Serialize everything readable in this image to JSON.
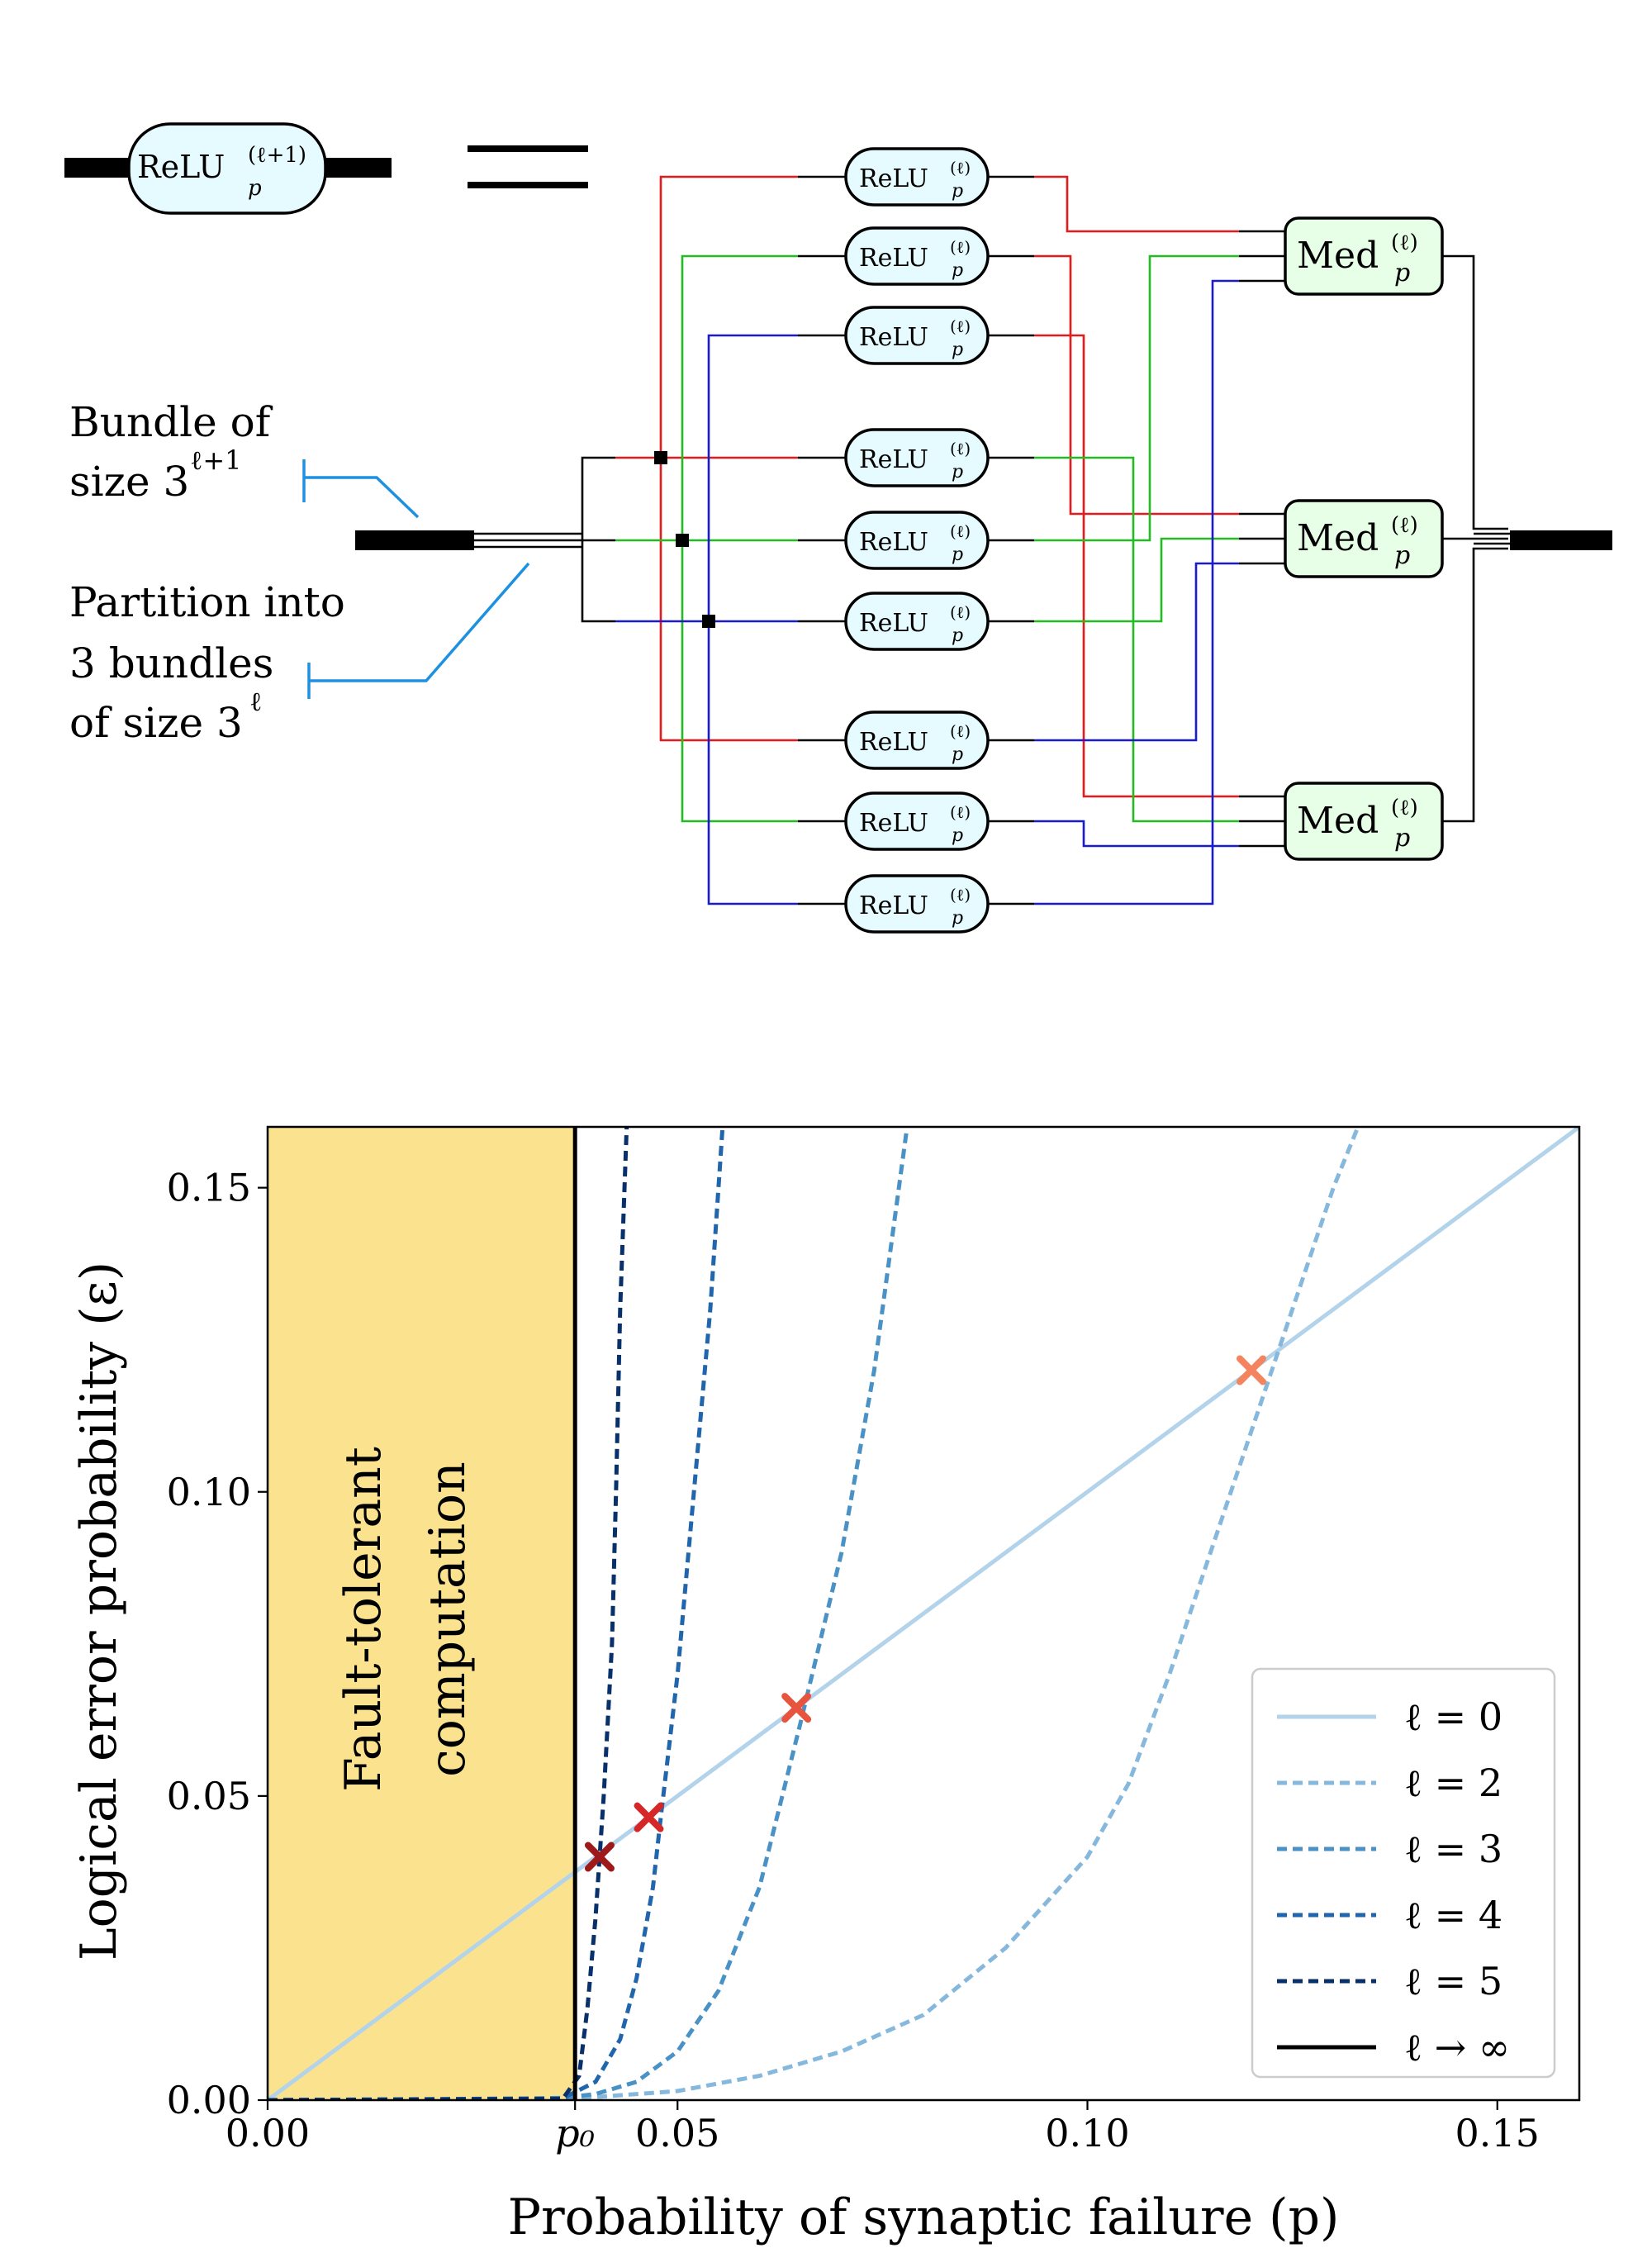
{
  "diagram": {
    "equals": "=",
    "top_block": {
      "label": "ReLU",
      "sub": "p",
      "sup": "(ℓ+1)"
    },
    "relu_block": {
      "label": "ReLU",
      "sub": "p",
      "sup": "(ℓ)"
    },
    "med_block": {
      "label": "Med",
      "sub": "p",
      "sup": "(ℓ)"
    },
    "annotations": {
      "bundle_line1": "Bundle of",
      "bundle_line2": "size 3",
      "bundle_sup": "ℓ+1",
      "partition_line1": "Partition into",
      "partition_line2": "3 bundles",
      "partition_line3": "of size 3",
      "partition_sup": "ℓ"
    },
    "colors": {
      "red": "#e41a1c",
      "green": "#22bb22",
      "blue": "#1a1ad0",
      "black": "#000000",
      "annotation": "#1e90e0",
      "relu_fill": "#e6fbff",
      "med_fill": "#e6ffe6"
    }
  },
  "chart_data": {
    "type": "line",
    "xlabel": "Probability of synaptic failure (p)",
    "ylabel": "Logical error probability  (ε)",
    "xlim": [
      0.0,
      0.16
    ],
    "ylim": [
      0.0,
      0.16
    ],
    "x_ticks": [
      0.0,
      0.05,
      0.1,
      0.15
    ],
    "x_tick_labels": [
      "0.00",
      "0.05",
      "0.10",
      "0.15"
    ],
    "y_ticks": [
      0.0,
      0.05,
      0.1,
      0.15
    ],
    "y_tick_labels": [
      "0.00",
      "0.05",
      "0.10",
      "0.15"
    ],
    "p0": 0.0375,
    "p0_label": "p₀",
    "region_label_line1": "Fault-tolerant",
    "region_label_line2": "computation",
    "region_color": "#fbe28e",
    "legend_position": "lower right",
    "series": [
      {
        "name": "ℓ = 0",
        "style": "solid",
        "color": "#b3d3ea",
        "points": [
          [
            0.0,
            0.0
          ],
          [
            0.16,
            0.16
          ]
        ]
      },
      {
        "name": "ℓ = 2",
        "style": "dashed",
        "color": "#86b8dd",
        "points": [
          [
            0.0,
            0.0
          ],
          [
            0.03,
            0.0002
          ],
          [
            0.04,
            0.0005
          ],
          [
            0.05,
            0.0015
          ],
          [
            0.06,
            0.004
          ],
          [
            0.07,
            0.008
          ],
          [
            0.08,
            0.014
          ],
          [
            0.09,
            0.025
          ],
          [
            0.1,
            0.04
          ],
          [
            0.105,
            0.052
          ],
          [
            0.11,
            0.07
          ],
          [
            0.115,
            0.09
          ],
          [
            0.12,
            0.11
          ],
          [
            0.125,
            0.13
          ],
          [
            0.13,
            0.15
          ],
          [
            0.133,
            0.16
          ]
        ]
      },
      {
        "name": "ℓ = 3",
        "style": "dashed",
        "color": "#4a92c6",
        "points": [
          [
            0.0,
            0.0
          ],
          [
            0.035,
            0.0002
          ],
          [
            0.04,
            0.001
          ],
          [
            0.045,
            0.003
          ],
          [
            0.05,
            0.008
          ],
          [
            0.055,
            0.018
          ],
          [
            0.06,
            0.035
          ],
          [
            0.065,
            0.062
          ],
          [
            0.07,
            0.09
          ],
          [
            0.074,
            0.12
          ],
          [
            0.078,
            0.16
          ]
        ]
      },
      {
        "name": "ℓ = 4",
        "style": "dashed",
        "color": "#2166ac",
        "points": [
          [
            0.0,
            0.0
          ],
          [
            0.036,
            0.0003
          ],
          [
            0.04,
            0.003
          ],
          [
            0.043,
            0.01
          ],
          [
            0.045,
            0.02
          ],
          [
            0.047,
            0.035
          ],
          [
            0.048,
            0.047
          ],
          [
            0.05,
            0.07
          ],
          [
            0.052,
            0.1
          ],
          [
            0.054,
            0.13
          ],
          [
            0.0555,
            0.16
          ]
        ]
      },
      {
        "name": "ℓ = 5",
        "style": "dashed",
        "color": "#08306b",
        "points": [
          [
            0.0,
            0.0
          ],
          [
            0.036,
            0.0002
          ],
          [
            0.038,
            0.004
          ],
          [
            0.039,
            0.015
          ],
          [
            0.04,
            0.03
          ],
          [
            0.041,
            0.05
          ],
          [
            0.042,
            0.075
          ],
          [
            0.0425,
            0.1
          ],
          [
            0.043,
            0.13
          ],
          [
            0.0438,
            0.16
          ]
        ]
      },
      {
        "name": "ℓ → ∞",
        "style": "solid",
        "color": "#000000",
        "points": [
          [
            0.0375,
            0.0
          ],
          [
            0.0375,
            0.16
          ]
        ]
      }
    ],
    "markers": [
      {
        "x": 0.12,
        "y": 0.12,
        "color": "#f4845f"
      },
      {
        "x": 0.0645,
        "y": 0.0645,
        "color": "#e8553f"
      },
      {
        "x": 0.0465,
        "y": 0.0465,
        "color": "#d62728"
      },
      {
        "x": 0.0405,
        "y": 0.04,
        "color": "#9e1a1a"
      }
    ]
  }
}
